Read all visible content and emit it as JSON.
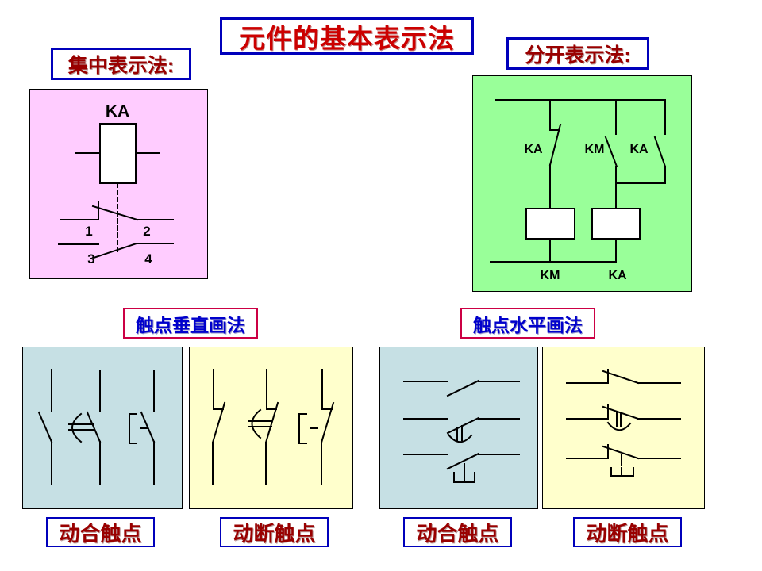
{
  "title": "元件的基本表示法",
  "section_labels": {
    "centralized": "集中表示法:",
    "separated": "分开表示法:"
  },
  "method_labels": {
    "vertical": "触点垂直画法",
    "horizontal": "触点水平画法"
  },
  "bottom_labels": {
    "vertical_no": "动合触点",
    "vertical_nc": "动断触点",
    "horizontal_no": "动合触点",
    "horizontal_nc": "动断触点"
  },
  "centralized_diagram": {
    "device_label": "KA",
    "terminal_1": "1",
    "terminal_2": "2",
    "terminal_3": "3",
    "terminal_4": "4"
  },
  "separated_diagram": {
    "contact_left": "KA",
    "contact_middle": "KM",
    "contact_right": "KA",
    "coil_left": "KM",
    "coil_right": "KA"
  },
  "colors": {
    "title_text": "#cc0000",
    "dark_red_text": "#990000",
    "blue_border": "#0000bb",
    "method_text": "#0000cc",
    "method_border": "#cc0044",
    "pink_panel": "#ffccff",
    "green_panel": "#99ff99",
    "blue_panel": "#c6e0e4",
    "yellow_panel": "#ffffcc"
  }
}
